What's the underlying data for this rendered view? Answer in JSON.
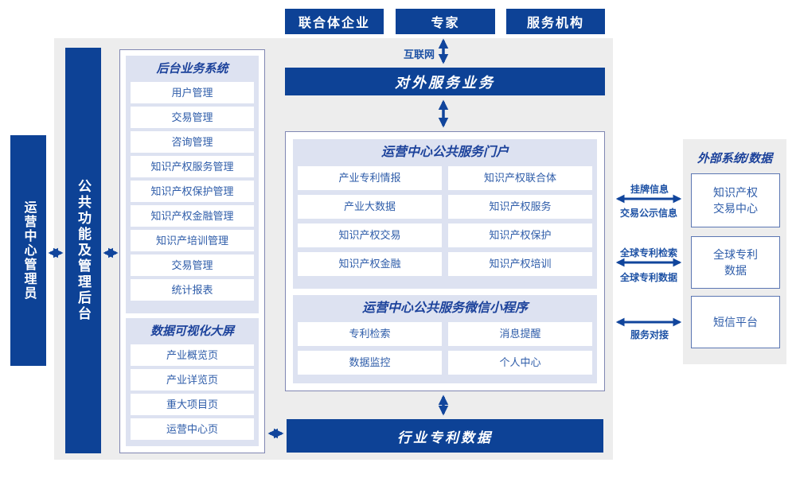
{
  "top_actors": [
    {
      "label": "联合体企业"
    },
    {
      "label": "专家"
    },
    {
      "label": "服务机构"
    }
  ],
  "labels": {
    "internet": "互联网"
  },
  "bars": {
    "external_service": "对外服务业务",
    "industry_patent_data": "行业专利数据"
  },
  "sidebars": {
    "admin": "运营中心管理员",
    "backend": "公共功能及管理后台"
  },
  "backend_system": {
    "title": "后台业务系统",
    "items": [
      "用户管理",
      "交易管理",
      "咨询管理",
      "知识产权服务管理",
      "知识产权保护管理",
      "知识产权金融管理",
      "知识产培训管理",
      "交易管理",
      "统计报表"
    ]
  },
  "dashboard": {
    "title": "数据可视化大屏",
    "items": [
      "产业概览页",
      "产业详览页",
      "重大项目页",
      "运营中心页"
    ]
  },
  "portal": {
    "title": "运营中心公共服务门户",
    "items": [
      "产业专利情报",
      "知识产权联合体",
      "产业大数据",
      "知识产权服务",
      "知识产权交易",
      "知识产权保护",
      "知识产权金融",
      "知识产权培训"
    ]
  },
  "miniprogram": {
    "title": "运营中心公共服务微信小程序",
    "items": [
      "专利检索",
      "消息提醒",
      "数据监控",
      "个人中心"
    ]
  },
  "external_panel": {
    "title": "外部系统/数据",
    "boxes": [
      {
        "lines": [
          "知识产权",
          "交易中心"
        ]
      },
      {
        "lines": [
          "全球专利",
          "数据"
        ]
      },
      {
        "lines": [
          "短信平台"
        ]
      }
    ]
  },
  "flow_labels": {
    "listing_info": "挂牌信息",
    "trade_publicity": "交易公示信息",
    "global_patent_search": "全球专利检索",
    "global_patent_data": "全球专利数据",
    "service_connect": "服务对接"
  },
  "colors": {
    "primary_blue": "#0D4296",
    "panel_gray": "#EDEDED",
    "section_light_blue": "#DDE2F1",
    "header_navy": "#1C429B",
    "item_text_blue": "#2E5CA9",
    "border_purple": "#8087B2",
    "ext_box_border": "#5B76B2"
  }
}
